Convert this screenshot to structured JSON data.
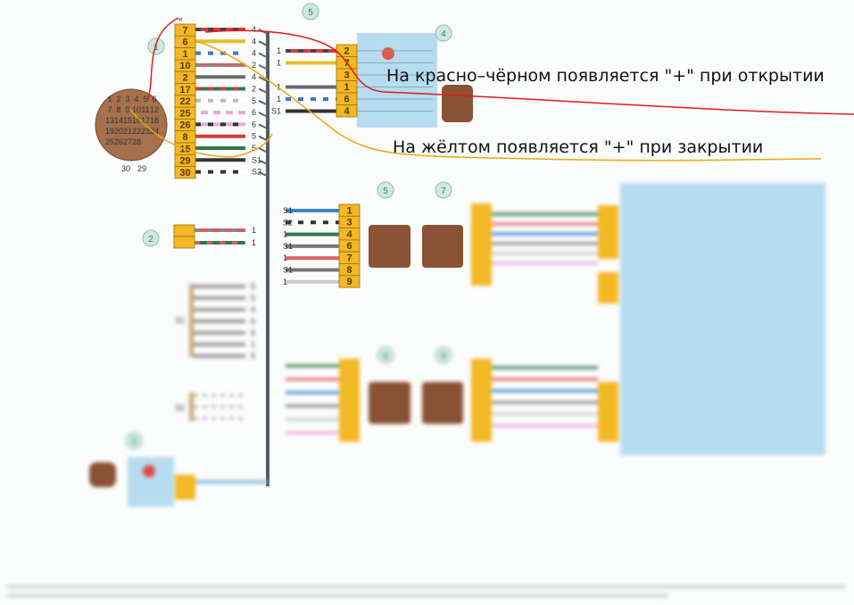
{
  "colors": {
    "connector": "#f2b825",
    "blue_box": "#b7dcef",
    "brown": "#8a5234",
    "bundle": "#555c66",
    "red_ink": "#e11a1a",
    "yellow_ink": "#f0a510",
    "label_circle": "#cfe9de"
  },
  "annotations": {
    "red_note": "На красно–чёрном появляется \"+\" при открытии",
    "yellow_note": "На жёлтом появляется \"+\" при закрытии"
  },
  "callouts": {
    "c1": "1",
    "c5_top": "5",
    "c4": "4",
    "c2": "2",
    "c5_mid": "5",
    "c7": "7",
    "c6_low": "6",
    "c8_low": "8",
    "c3": "3"
  },
  "connector1": {
    "pins": [
      "7",
      "6",
      "1",
      "10",
      "2",
      "17",
      "22",
      "25",
      "26",
      "8",
      "15",
      "29",
      "30"
    ],
    "wire_labels": [
      "4",
      "4",
      "4",
      "2",
      "4",
      "2",
      "5",
      "6",
      "6",
      "5",
      "5",
      "S1",
      "S2"
    ],
    "wire_colors": [
      [
        "#d43c3c",
        "#444"
      ],
      [
        "#e3bf2a",
        "#e3bf2a"
      ],
      [
        "#ffffff",
        "#3a78c8"
      ],
      [
        "#d46060",
        "#888"
      ],
      [
        "#6a6a6a",
        "#6a6a6a"
      ],
      [
        "#2f7a4c",
        "#d43c3c"
      ],
      [
        "#ffffff",
        "#bbb"
      ],
      [
        "#e8a8d8",
        "#ffffff"
      ],
      [
        "#e8a8d8",
        "#333"
      ],
      [
        "#d43c3c",
        "#d43c3c"
      ],
      [
        "#2f7a4c",
        "#2f7a4c"
      ],
      [
        "#333",
        "#333"
      ],
      [
        "#ffffff",
        "#333"
      ]
    ]
  },
  "round_connector": {
    "pins": [
      "1",
      "2",
      "3",
      "4",
      "5",
      "6",
      "7",
      "8",
      "9",
      "10",
      "11",
      "12",
      "13",
      "14",
      "15",
      "16",
      "17",
      "18",
      "19",
      "20",
      "21",
      "22",
      "23",
      "24",
      "25",
      "26",
      "27",
      "28"
    ],
    "bottom_labels": [
      "30",
      "29"
    ]
  },
  "connector4": {
    "pins": [
      "2",
      "7",
      "3",
      "1",
      "6",
      "4"
    ],
    "wire_labels": [
      "1",
      "1",
      "",
      "1",
      "1",
      "S1"
    ],
    "wire_colors": [
      [
        "#d43c3c",
        "#444"
      ],
      [
        "#e3bf2a",
        "#e3bf2a"
      ],
      null,
      [
        "#6a6a6a",
        "#6a6a6a"
      ],
      [
        "#ffffff",
        "#3a78c8"
      ],
      [
        "#333",
        "#333"
      ]
    ]
  },
  "connector2": {
    "wire_labels": [
      "1",
      "1"
    ],
    "wire_colors": [
      [
        "#d46060",
        "#888"
      ],
      [
        "#2f7a4c",
        "#d46060"
      ]
    ]
  },
  "connector5": {
    "pins": [
      "1",
      "3",
      "4",
      "6",
      "7",
      "8",
      "9"
    ],
    "wire_labels": [
      "S1",
      "S2",
      "1",
      "S1",
      "1",
      "S1",
      "1"
    ],
    "wire_colors": [
      [
        "#3a84d0",
        "#3a84d0"
      ],
      [
        "#ffffff",
        "#333"
      ],
      [
        "#2f7a4c",
        "#2f7a4c"
      ],
      [
        "#777",
        "#777"
      ],
      [
        "#e06060",
        "#e06060"
      ],
      [
        "#777",
        "#777"
      ],
      [
        "#ccc",
        "#ccc"
      ]
    ]
  },
  "bracket_s1": {
    "label": "S1",
    "wire_labels": [
      "5",
      "5",
      "4",
      "6",
      "6",
      "1",
      "5"
    ]
  },
  "bracket_s2": {
    "label": "S2"
  }
}
